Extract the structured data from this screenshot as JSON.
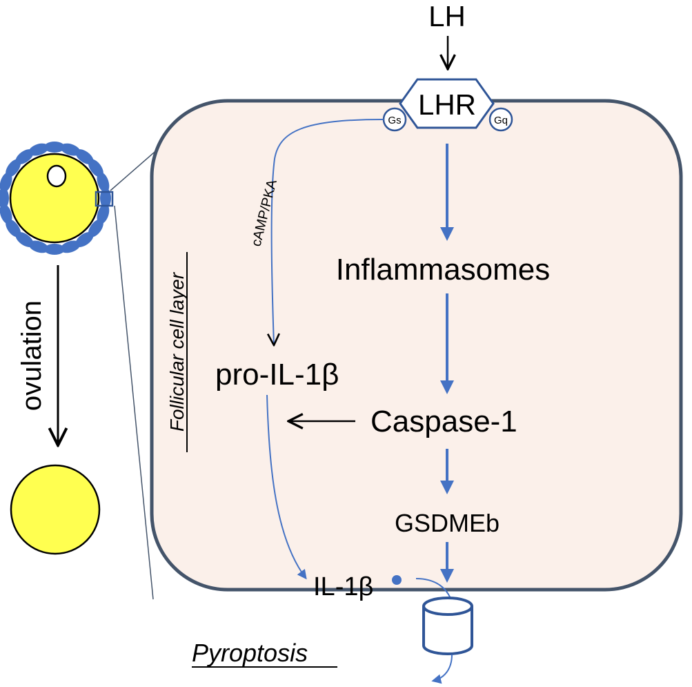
{
  "colors": {
    "cell_fill": "#fbf0ea",
    "cell_border": "#44546a",
    "pathway_blue": "#4472c4",
    "receptor_border": "#2f5597",
    "oocyte_yellow": "#ffff50",
    "follicle_cell_blue": "#4472c4",
    "text": "#000000"
  },
  "ligand": {
    "label": "LH"
  },
  "receptor": {
    "label": "LHR",
    "g_proteins": [
      {
        "label": "Gs"
      },
      {
        "label": "Gq"
      }
    ]
  },
  "pathway_labels": {
    "camp_pka": "cAMP/PKA",
    "cell_layer": "Follicular cell layer",
    "ovulation": "ovulation",
    "pyroptosis": "Pyroptosis"
  },
  "nodes": {
    "inflammasomes": "Inflammasomes",
    "caspase1": "Caspase-1",
    "pro_il1b": "pro-IL-1β",
    "gsdmeb": "GSDMEb",
    "il1b": "IL-1β"
  }
}
